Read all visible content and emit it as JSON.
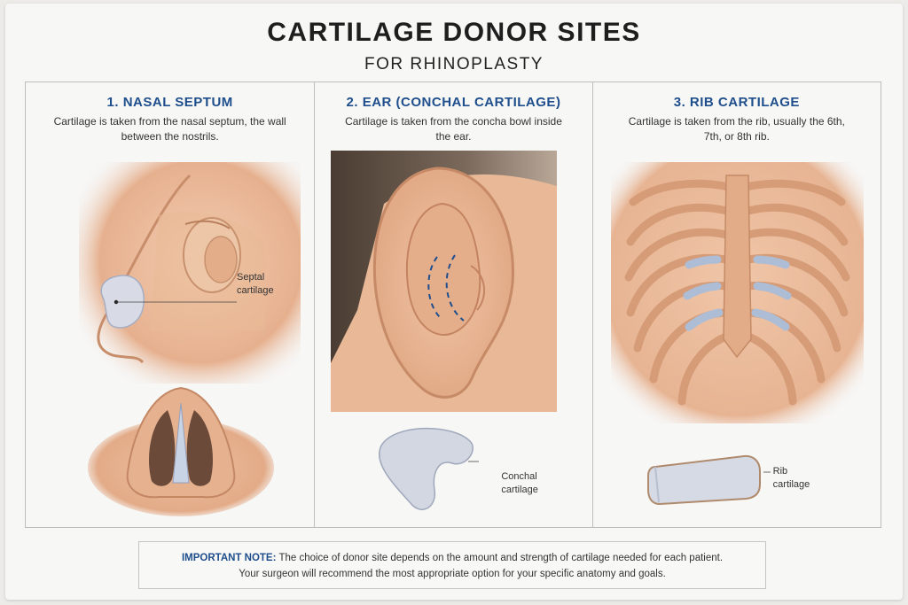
{
  "header": {
    "title": "CARTILAGE DONOR SITES",
    "subtitle": "FOR RHINOPLASTY"
  },
  "panels": [
    {
      "title": "1. NASAL SEPTUM",
      "description": "Cartilage is taken from the nasal septum, the wall between the nostrils.",
      "label": "Septal cartilage",
      "label_lines": [
        "Septal",
        "cartilage"
      ]
    },
    {
      "title": "2. EAR (CONCHAL CARTILAGE)",
      "description": "Cartilage is taken from the concha bowl inside the ear.",
      "label": "Conchal cartilage",
      "label_lines": [
        "Conchal",
        "cartilage"
      ]
    },
    {
      "title": "3. RIB CARTILAGE",
      "description": "Cartilage is taken from the rib, usually the 6th, 7th, or 8th rib.",
      "label": "Rib cartilage",
      "label_lines": [
        "Rib",
        "cartilage"
      ]
    }
  ],
  "note": {
    "lead": "IMPORTANT NOTE:",
    "line1": "The choice of donor site depends on the amount and strength of cartilage needed for each patient.",
    "line2": "Your surgeon will recommend the most appropriate option for your specific anatomy and goals."
  },
  "colors": {
    "accent": "#1f4e8c",
    "skin": "#e6b08e",
    "cartilage": "#c9d3e6"
  }
}
